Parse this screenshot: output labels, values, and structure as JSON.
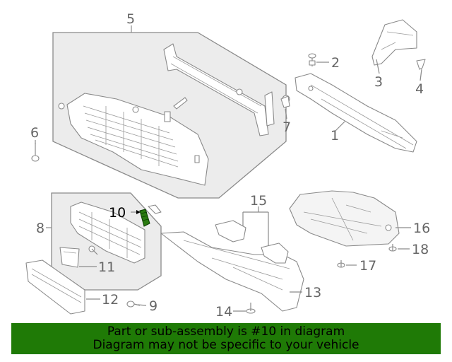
{
  "diagram": {
    "highlighted_part": "10",
    "callouts": [
      "1",
      "2",
      "3",
      "4",
      "5",
      "6",
      "7",
      "8",
      "9",
      "10",
      "11",
      "12",
      "13",
      "14",
      "15",
      "16",
      "17",
      "18"
    ]
  },
  "footer": {
    "line1": "Part or sub-assembly is #10 in diagram",
    "line2": "Diagram may not be specific to your vehicle"
  },
  "colors": {
    "footer_bg": "#1f7a06",
    "line": "#8a8a8a",
    "highlight_part": "#2a7a10"
  }
}
